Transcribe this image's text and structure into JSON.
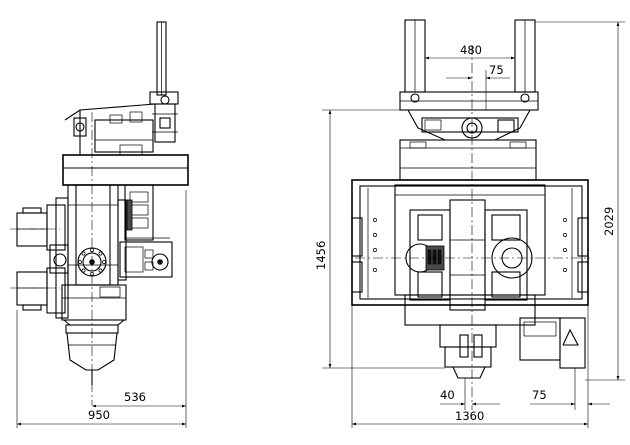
{
  "dimensions": {
    "side_width": "950",
    "side_offset": "536",
    "front_spacing_top": "480",
    "front_offset_top": "75",
    "front_height_inner": "1456",
    "front_height_total": "2029",
    "front_width": "1360",
    "front_offset_bottom_left": "40",
    "front_offset_bottom_right": "75"
  }
}
